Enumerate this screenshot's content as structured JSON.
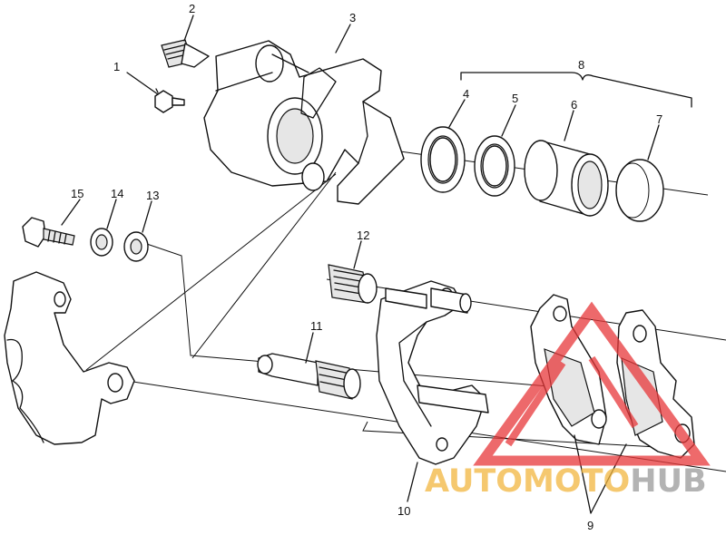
{
  "diagram": {
    "callouts": [
      "1",
      "2",
      "3",
      "4",
      "5",
      "6",
      "7",
      "8",
      "9",
      "10",
      "11",
      "12",
      "13",
      "14",
      "15"
    ]
  },
  "watermark": {
    "text_part1": "AUTOMOTO",
    "text_part2": "HUB",
    "color_part1": "#f2b640",
    "color_part2": "#9a9a9a",
    "triangle_color": "#e8383a"
  }
}
